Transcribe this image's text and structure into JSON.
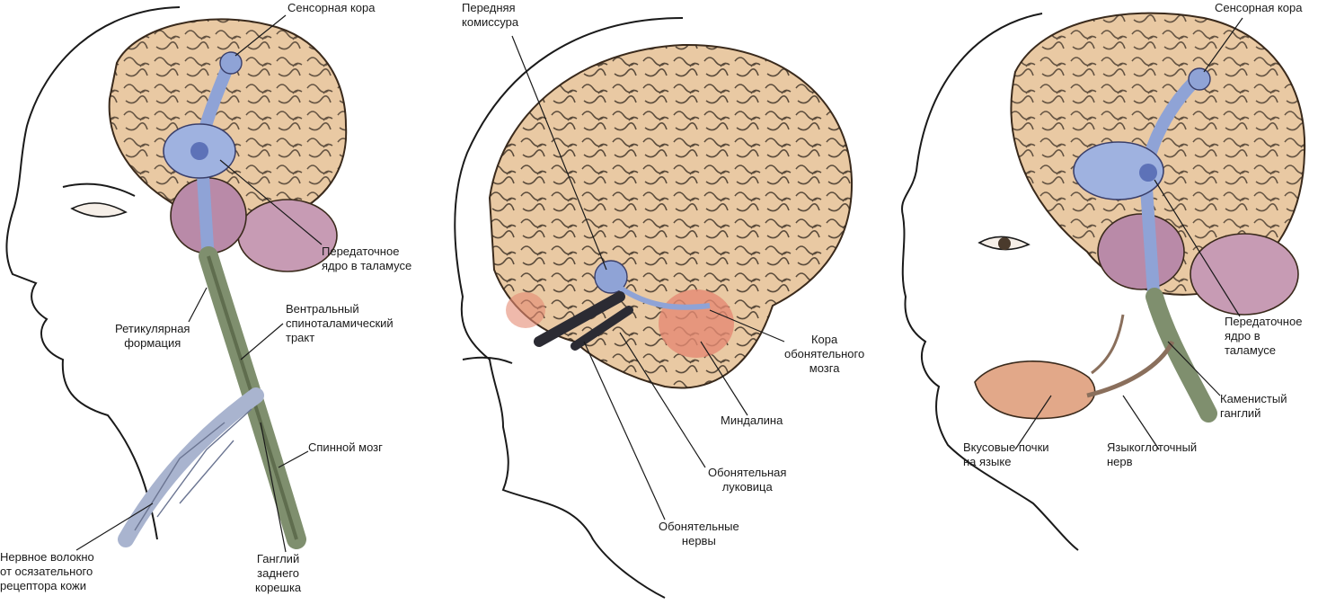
{
  "panels": {
    "touch": {
      "sensory_cortex": "Сенсорная кора",
      "relay_nucleus": [
        "Передаточное",
        "ядро в таламусе"
      ],
      "reticular": [
        "Ретикулярная",
        "формация"
      ],
      "tract": [
        "Вентральный",
        "спиноталамический",
        "тракт"
      ],
      "spinal_cord": "Спинной мозг",
      "nerve_fiber": [
        "Нервное волокно",
        "от осязательного",
        "рецептора кожи"
      ],
      "ganglion": [
        "Ганглий",
        "заднего",
        "корешка"
      ]
    },
    "smell": {
      "commissure": [
        "Передняя",
        "комиссура"
      ],
      "olfactory_cortex": [
        "Кора",
        "обонятельного",
        "мозга"
      ],
      "amygdala": "Миндалина",
      "bulb": [
        "Обонятельная",
        "луковица"
      ],
      "nerves": [
        "Обонятельные",
        "нервы"
      ]
    },
    "taste": {
      "sensory_cortex": "Сенсорная кора",
      "relay_nucleus": [
        "Передаточное",
        "ядро в",
        "таламусе"
      ],
      "petrosal": [
        "Каменистый",
        "ганглий"
      ],
      "glossopharyngeal": [
        "Языкоглоточный",
        "нерв"
      ],
      "taste_buds": [
        "Вкусовые почки",
        "на языке"
      ]
    }
  },
  "colors": {
    "brain": "#e9c9a3",
    "brain_dark": "#d9a878",
    "pathway": "#8fa3d6",
    "cerebellum": "#b98aa8",
    "cord": "#7f8f6e",
    "amygdala": "#e58a73",
    "tongue": "#e2a889",
    "ink": "#1a1a1a"
  }
}
